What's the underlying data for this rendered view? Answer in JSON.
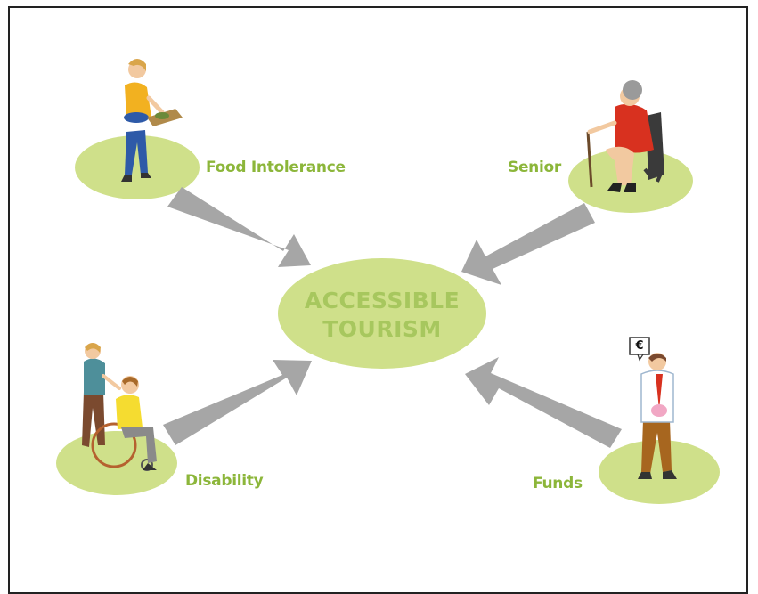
{
  "center": {
    "line1": "ACCESSIBLE",
    "line2": "TOURISM"
  },
  "nodes": {
    "food_intolerance": "Food Intolerance",
    "senior": "Senior",
    "disability": "Disability",
    "funds": "Funds"
  },
  "funds_speech_bubble": "€",
  "colors": {
    "ellipse": "#cfe08a",
    "label": "#8cb63a",
    "arrow": "#a6a6a6",
    "center_text": "#a7c75e"
  }
}
